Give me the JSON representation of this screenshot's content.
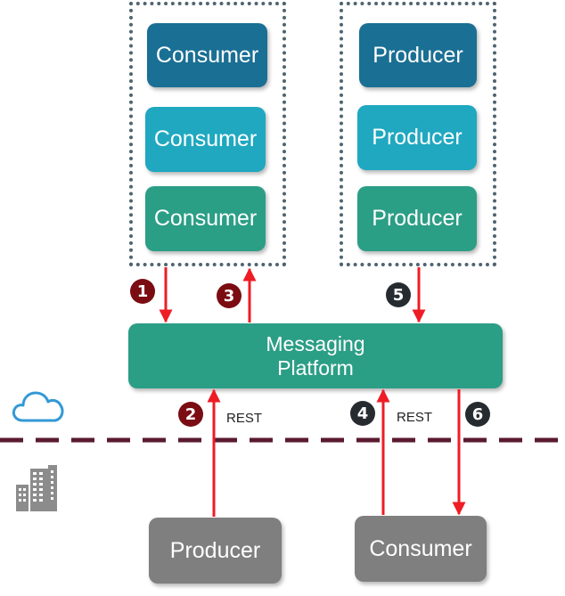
{
  "colors": {
    "dark_teal": "#1a6f94",
    "teal": "#1fa8c0",
    "green": "#2b9e86",
    "gray": "#7f7f7f",
    "arrow": "#ee1c25",
    "badge_red": "#7a0c12",
    "badge_dark": "#262b30",
    "divider": "#5a1a30",
    "cloud": "#3399d6",
    "building": "#8c8c8c"
  },
  "cloud_group": {
    "consumers": [
      {
        "label": "Consumer",
        "color": "dark_teal"
      },
      {
        "label": "Consumer",
        "color": "teal"
      },
      {
        "label": "Consumer",
        "color": "green"
      }
    ],
    "producers": [
      {
        "label": "Producer",
        "color": "dark_teal"
      },
      {
        "label": "Producer",
        "color": "teal"
      },
      {
        "label": "Producer",
        "color": "green"
      }
    ]
  },
  "platform": {
    "line1": "Messaging",
    "line2": "Platform"
  },
  "onprem": {
    "producer": "Producer",
    "consumer": "Consumer"
  },
  "steps": [
    "1",
    "2",
    "3",
    "4",
    "5",
    "6"
  ],
  "rest_labels": [
    "REST",
    "REST"
  ],
  "icons": {
    "cloud": "cloud-icon",
    "building": "building-icon"
  }
}
